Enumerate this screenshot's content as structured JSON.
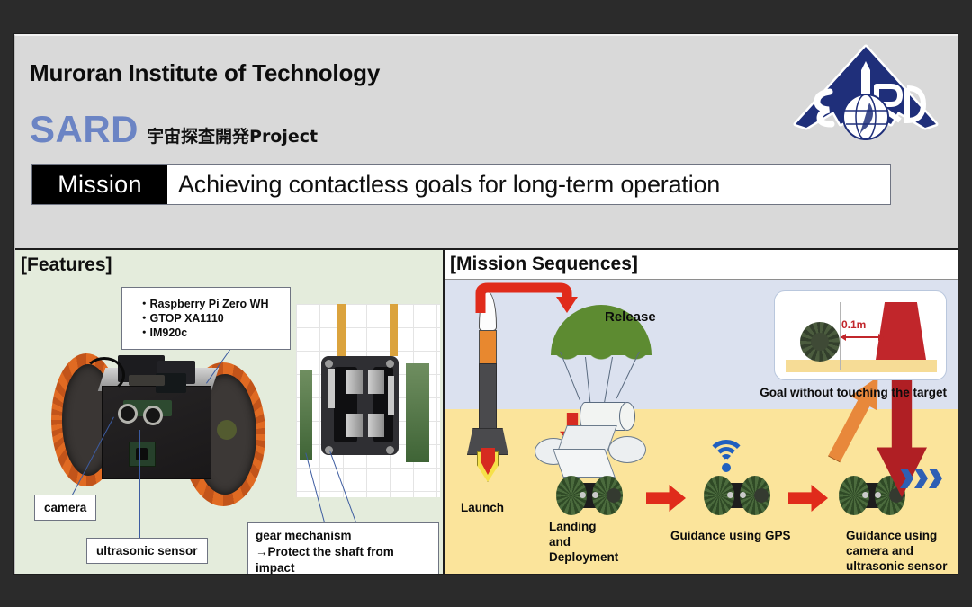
{
  "slide": {
    "university": "Muroran Institute of Technology",
    "project_acronym": "SARD",
    "project_subtitle": "宇宙探査開発Project",
    "mission_tag": "Mission",
    "mission_statement": "Achieving contactless goals for long-term operation",
    "logo_alt": "SARD delta-wing logo with rocket and globe"
  },
  "colors": {
    "backdrop": "#2b2b2b",
    "slide_bg": "#d9d9d9",
    "sard_blue": "#6b84c4",
    "logo_navy": "#1f2f7a",
    "features_bg": "#e4ecdc",
    "sky_bg": "#dbe1ef",
    "ground_bg": "#fbe49b",
    "arrow_red": "#e02b1b",
    "arrow_orange": "#e8883b",
    "arrow_darkred": "#b01f24",
    "leader_blue": "#3c5ba0",
    "gps_blue": "#1f5fbf"
  },
  "features": {
    "heading": "[Features]",
    "parts_callout": [
      "・Raspberry Pi Zero WH",
      "・GTOP XA1110",
      "・IM920c"
    ],
    "camera_label": "camera",
    "ultrasonic_label": "ultrasonic sensor",
    "gear_label_line1": "gear mechanism",
    "gear_label_line2": "→Protect the shaft from impact"
  },
  "sequences": {
    "heading": "[Mission Sequences]",
    "steps": [
      {
        "label": "Launch"
      },
      {
        "label": "Landing\nand\nDeployment"
      },
      {
        "label": "Guidance using GPS"
      },
      {
        "label": "Guidance using\ncamera and\nultrasonic sensor"
      }
    ],
    "release_label": "Release",
    "goal_inset": {
      "distance": "0.1m",
      "caption": "Goal without touching the target"
    }
  }
}
